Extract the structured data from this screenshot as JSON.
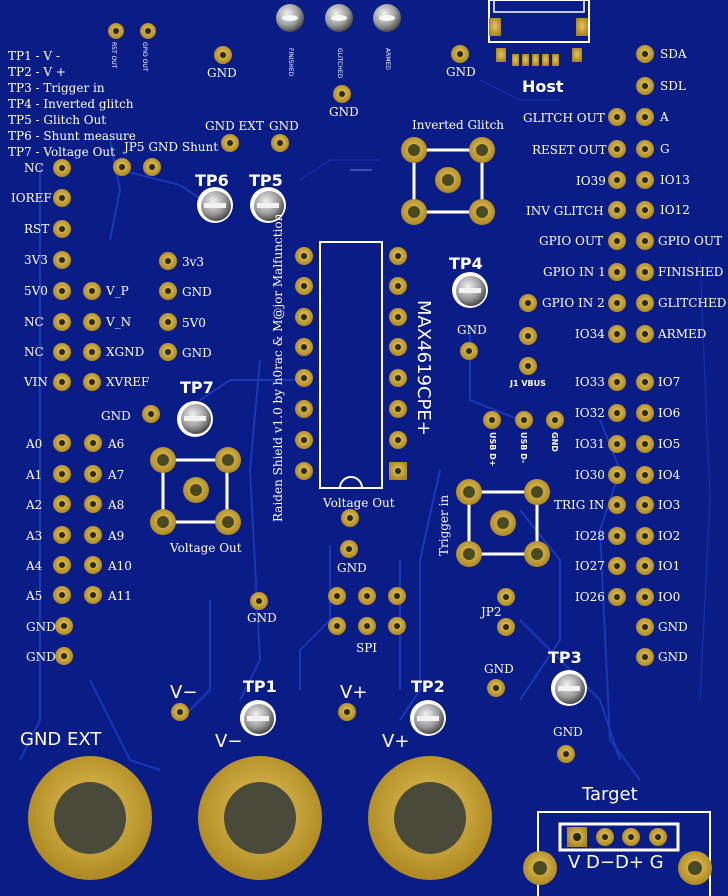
{
  "legend": [
    "TP1 - V -",
    "TP2 - V +",
    "TP3 - Trigger in",
    "TP4 - Inverted glitch",
    "TP5 - Glitch Out",
    "TP6 - Shunt measure",
    "TP7 - Voltage Out"
  ],
  "left_header": [
    "NC",
    "IOREF",
    "RST",
    "3V3",
    "5V0",
    "NC",
    "NC",
    "VIN"
  ],
  "left_header2": [
    "V_P",
    "V_N",
    "XGND",
    "XVREF"
  ],
  "analog_left": [
    "A0",
    "A1",
    "A2",
    "A3",
    "A4",
    "A5",
    "GND",
    "GND"
  ],
  "analog_right": [
    "A6",
    "A7",
    "A8",
    "A9",
    "A10",
    "A11"
  ],
  "power_pins": [
    "3v3",
    "GND",
    "5V0",
    "GND"
  ],
  "right_col1": [
    "GLITCH OUT",
    "RESET OUT",
    "IO39",
    "INV GLITCH",
    "GPIO OUT",
    "GPIO IN 1",
    "GPIO IN 2",
    "IO34",
    "IO33",
    "IO32",
    "IO31",
    "IO30",
    "TRIG IN",
    "IO28",
    "IO27",
    "IO26"
  ],
  "right_col2": [
    "SDA",
    "SDL",
    "A",
    "G",
    "IO13",
    "IO12",
    "GPIO OUT",
    "FINISHED",
    "GLITCHED",
    "ARMED",
    "IO7",
    "IO6",
    "IO5",
    "IO4",
    "IO3",
    "IO2",
    "IO1",
    "IO0",
    "GND",
    "GND"
  ],
  "labels": {
    "gnd": "GND",
    "gnd_ext": "GND EXT",
    "jp5": "JP5 GND Shunt",
    "inverted_glitch": "Inverted Glitch",
    "host": "Host",
    "tp1": "TP1",
    "tp2": "TP2",
    "tp3": "TP3",
    "tp4": "TP4",
    "tp5": "TP5",
    "tp6": "TP6",
    "tp7": "TP7",
    "chip": "MAX4619CPE+",
    "credit": "Raiden Shield v1.0 by h0rac & M@jor Malfunction",
    "voltage_out": "Voltage Out",
    "spi": "SPI",
    "trigger_in": "Trigger in",
    "jp2": "JP2",
    "j1vbus": "J1 VBUS",
    "usb_dp": "USB D+",
    "usb_dm": "USB D-",
    "v_minus": "V−",
    "v_plus": "V+",
    "gnd_ext_big": "GND EXT",
    "target": "Target",
    "target_pins": "V D−D+ G",
    "rst_out": "RST OUT",
    "gpio_out_small": "GPIO OUT",
    "finished_small": "FINISHED",
    "glitched_small": "GLITCHED",
    "armed_small": "ARMED"
  },
  "colors": {
    "board": "#0a1c86",
    "trace": "#1c3bbd",
    "gold": "#c9a227",
    "silk": "#ffffff"
  }
}
